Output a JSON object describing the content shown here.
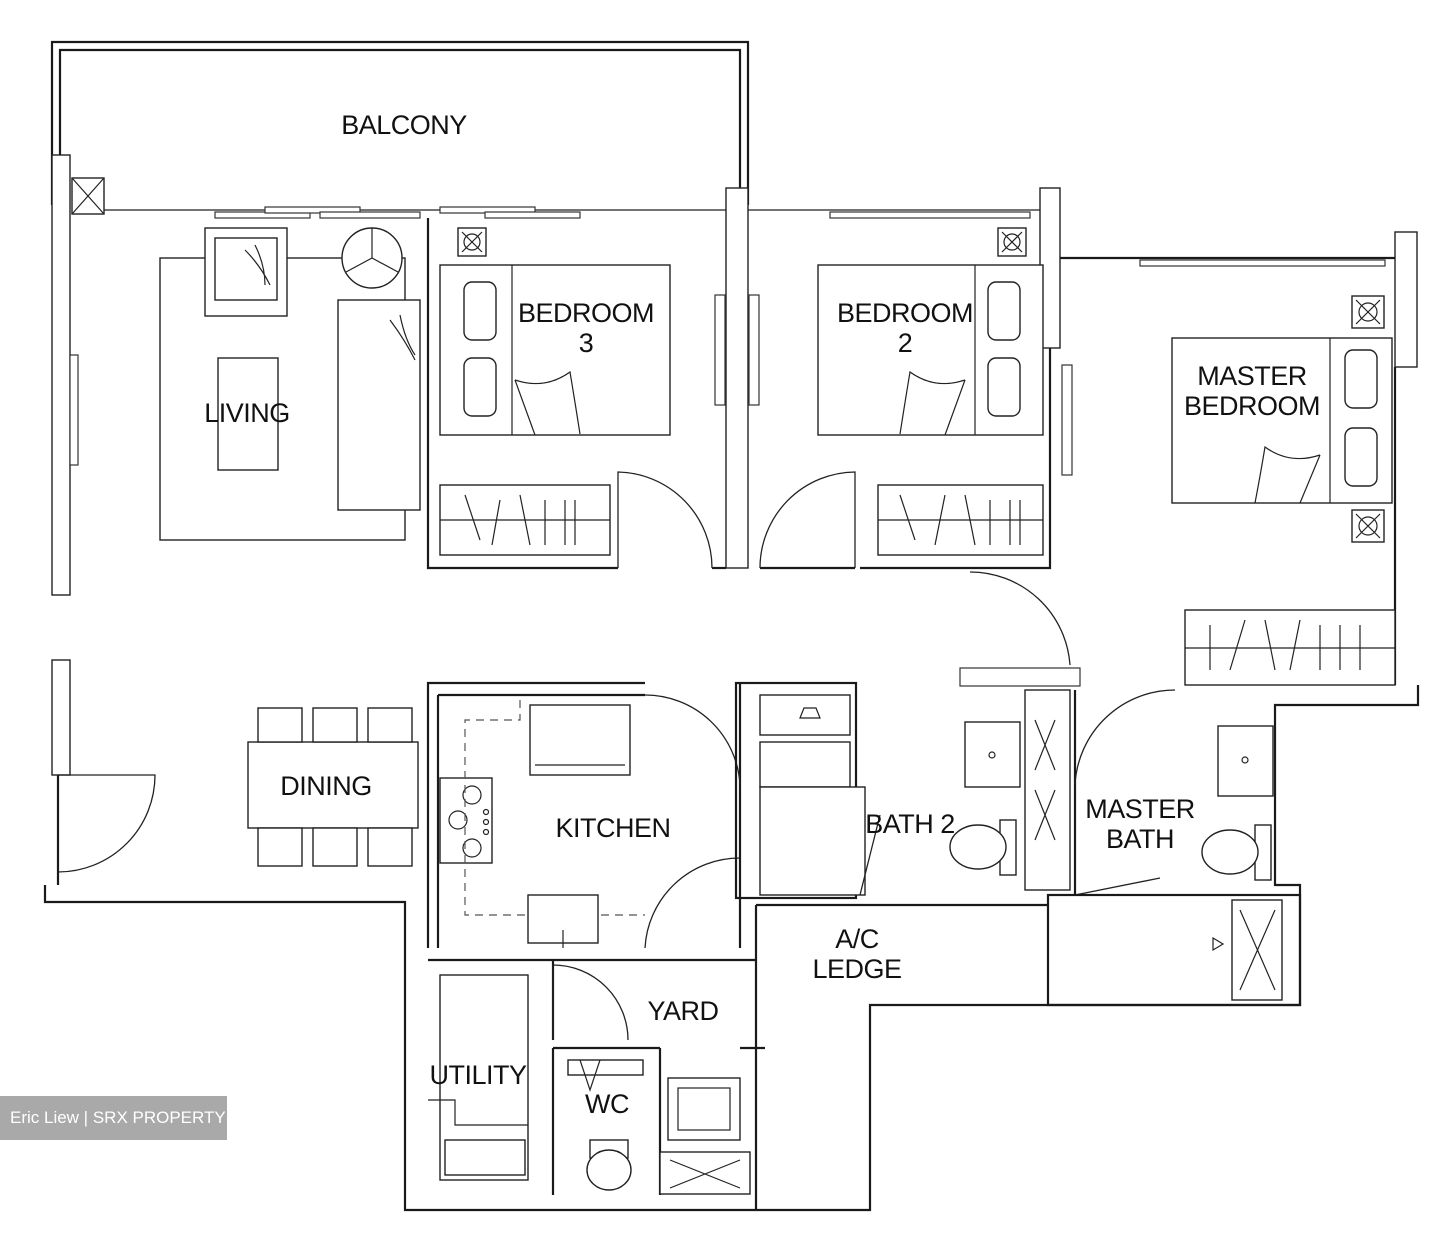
{
  "rooms": {
    "balcony": "BALCONY",
    "living": "LIVING",
    "bedroom3_line1": "BEDROOM",
    "bedroom3_line2": "3",
    "bedroom2_line1": "BEDROOM",
    "bedroom2_line2": "2",
    "master_bedroom_line1": "MASTER",
    "master_bedroom_line2": "BEDROOM",
    "dining": "DINING",
    "kitchen": "KITCHEN",
    "bath2": "BATH 2",
    "master_bath_line1": "MASTER",
    "master_bath_line2": "BATH",
    "ac_ledge_line1": "A/C",
    "ac_ledge_line2": "LEDGE",
    "yard": "YARD",
    "utility": "UTILITY",
    "wc": "WC"
  },
  "watermark": "Eric Liew | SRX PROPERTY"
}
